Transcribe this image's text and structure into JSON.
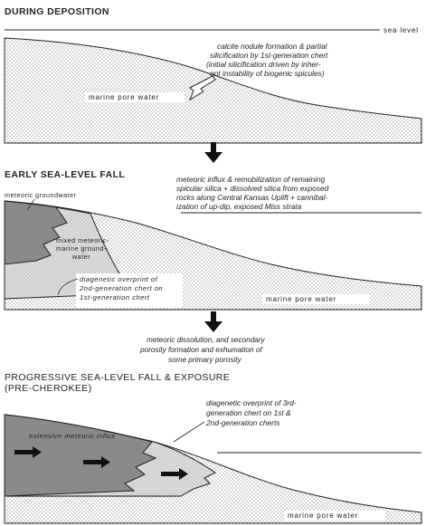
{
  "panels": [
    {
      "title": "DURING DEPOSITION",
      "sea_level_label": "sea level",
      "note_lines": [
        "calcite nodule formation & partial",
        "silicification by 1st-generation chert",
        "(initial silicification driven by inher-",
        "ent instability of biogenic spicules)"
      ],
      "pore_water_label": "marine pore water"
    },
    {
      "title": "EARLY SEA-LEVEL FALL",
      "note_lines": [
        "meteoric influx & remobilization of remaining",
        "spicular silica + dissolved silica from exposed",
        "rocks along Central Kansas Uplift + cannibal-",
        "ization of up-dip, exposed Miss strata"
      ],
      "groundwater_label": "meteoric groundwater",
      "mixed_label_lines": [
        "mixed meteoric-",
        "marine ground-",
        "water"
      ],
      "overprint_lines": [
        "diagenetic overprint of",
        "2nd-generation chert on",
        "1st-generation chert"
      ],
      "pore_water_label": "marine pore water"
    },
    {
      "title_lines": [
        "PROGRESSIVE SEA-LEVEL FALL & EXPOSURE",
        "(PRE-CHEROKEE)"
      ],
      "overprint_lines": [
        "diagenetic overprint of 3rd-",
        "generation chert on 1st &",
        "2nd-generation cherts"
      ],
      "influx_label": "extensive meteoric influx",
      "pore_water_label": "marine pore water"
    }
  ],
  "transition_note_lines": [
    "meteoric dissolution, and secondary",
    "porosity formation and exhumation of",
    "some primary porosity"
  ]
}
